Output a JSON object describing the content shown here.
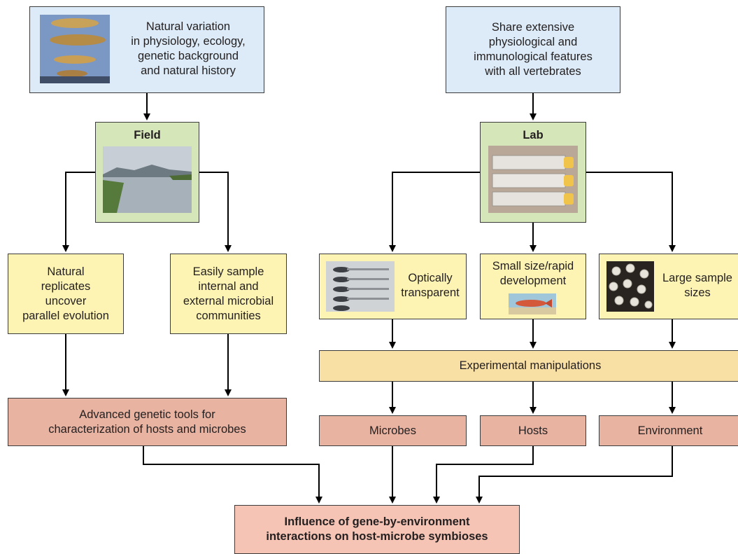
{
  "nodes": {
    "natural_variation": "Natural variation\nin physiology, ecology,\ngenetic background\nand natural history",
    "share_features": "Share extensive\nphysiological and\nimmunological features\nwith all vertebrates",
    "field": "Field",
    "lab": "Lab",
    "natural_replicates": "Natural\nreplicates\nuncover\nparallel evolution",
    "easily_sample": "Easily sample\ninternal and\nexternal microbial\ncommunities",
    "optically_transparent": "Optically\ntransparent",
    "small_size": "Small size/rapid\ndevelopment",
    "large_sample": "Large sample\nsizes",
    "experimental_manipulations": "Experimental manipulations",
    "advanced_genetic_tools": "Advanced genetic tools for\ncharacterization of hosts and microbes",
    "microbes": "Microbes",
    "hosts": "Hosts",
    "environment": "Environment",
    "influence": "Influence of gene-by-environment\ninteractions on host-microbe symbioses"
  },
  "colors": {
    "top_box": "#dcebf7",
    "setting_box": "#d5e6b8",
    "feature_box": "#fdf4b4",
    "manipulation_box": "#f8dfa3",
    "outcome_box": "#e8b3a1",
    "final_box": "#f5c4b4",
    "arrow": "#000000"
  },
  "images": {
    "fish_hands": "photo-fish-held-in-hands",
    "lake": "photo-lake-landscape",
    "flasks": "photo-culture-flasks",
    "larvae": "photo-transparent-larvae",
    "small_fish": "photo-small-fish",
    "embryos": "photo-embryos"
  }
}
